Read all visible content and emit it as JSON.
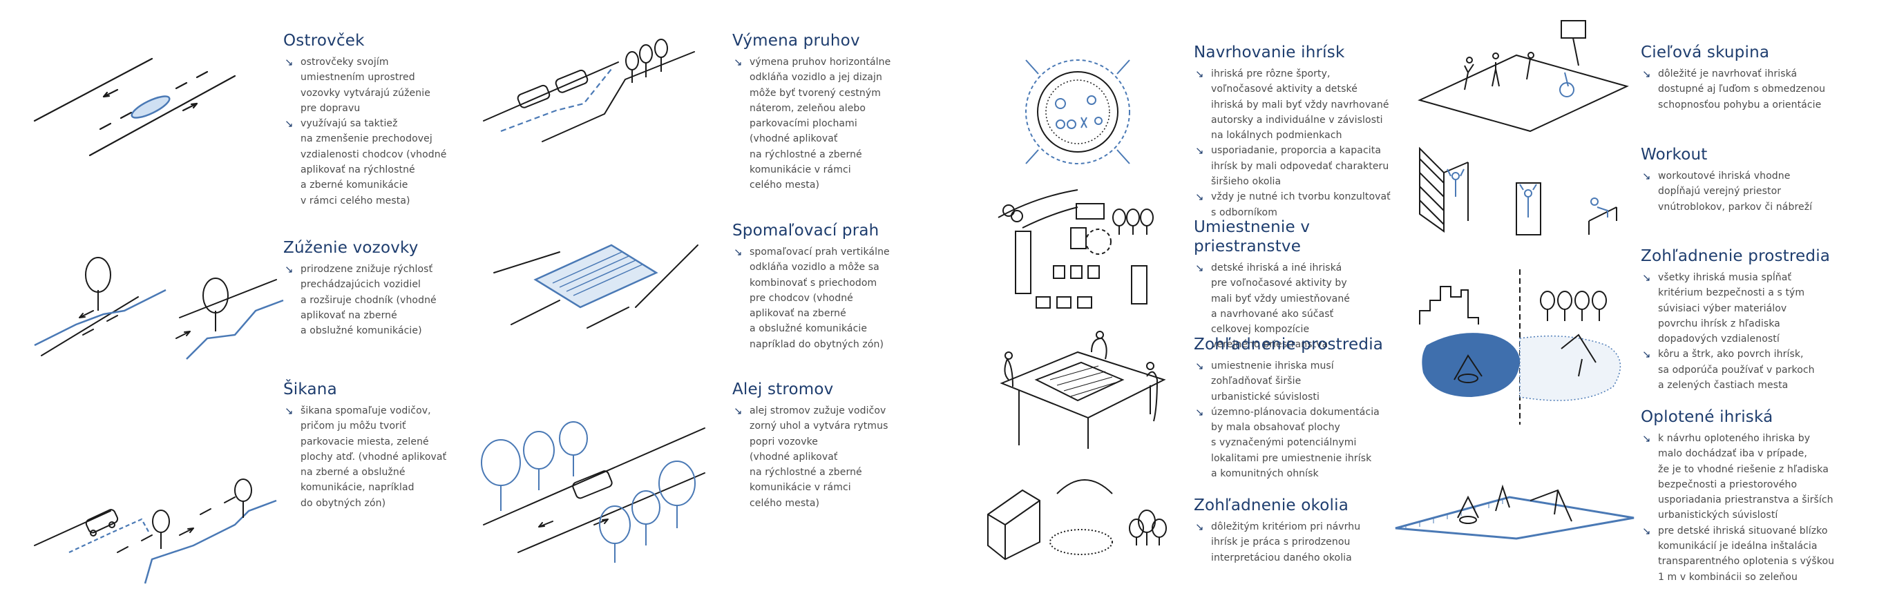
{
  "sections": [
    {
      "title": "Ostrovček",
      "items": [
        "ostrovčeky svojím\numiestnením uprostred\nvozovky vytvárajú zúženie\npre dopravu",
        "využívajú sa taktiež\nna zmenšenie prechodovej\nvzdialenosti chodcov (vhodné\naplikovať na rýchlostné\na zberné komunikácie\nv rámci celého mesta)"
      ]
    },
    {
      "title": "Zúženie vozovky",
      "items": [
        "prirodzene znižuje rýchlosť\nprechádzajúcich vozidiel\na rozširuje chodník (vhodné\naplikovať na zberné\na obslužné komunikácie)"
      ]
    },
    {
      "title": "Šikana",
      "items": [
        "šikana spomaľuje vodičov,\npričom ju môžu tvoriť\nparkovacie miesta, zelené\nplochy atď. (vhodné aplikovať\nna zberné a obslužné\nkomunikácie, napríklad\ndo obytných zón)"
      ]
    },
    {
      "title": "Výmena pruhov",
      "items": [
        "výmena pruhov horizontálne\nodkláňa vozidlo a jej dizajn\nmôže byť tvorený cestným\nnáterom, zeleňou alebo\nparkovacími plochami\n(vhodné aplikovať\nna rýchlostné a zberné\nkomunikácie v rámci\ncelého mesta)"
      ]
    },
    {
      "title": "Spomaľovací prah",
      "items": [
        "spomaľovací prah vertikálne\nodkláňa vozidlo a môže sa\nkombinovať s priechodom\npre chodcov (vhodné\naplikovať na zberné\na obslužné komunikácie\nnapríklad do obytných zón)"
      ]
    },
    {
      "title": "Alej stromov",
      "items": [
        "alej stromov zužuje vodičov\nzorný uhol a vytvára rytmus\npopri vozovke\n(vhodné aplikovať\nna rýchlostné a zberné\nkomunikácie v rámci\ncelého mesta)"
      ]
    },
    {
      "title": "Navrhovanie ihrísk",
      "items": [
        "ihriská pre rôzne športy,\nvoľnočasové aktivity a detské\nihriská by mali byť vždy navrhované\nautorsky a individuálne v závislosti\nna lokálnych podmienkach",
        "usporiadanie, proporcia a kapacita\nihrísk by mali odpovedať charakteru\nširšieho okolia",
        "vždy je nutné ich tvorbu konzultovať\ns odborníkom"
      ]
    },
    {
      "title": "Umiestnenie v priestranstve",
      "items": [
        "detské ihriská a iné ihriská\npre voľnočasové aktivity by\nmali byť vždy umiestňované\na navrhované ako súčasť\ncelkovej kompozície\nverejného priestranstva"
      ]
    },
    {
      "title": "Zohľadnenie prostredia",
      "items": [
        "umiestnenie ihriska musí\nzohľadňovať širšie\nurbanistické súvislosti",
        "územno-plánovacia dokumentácia\nby mala obsahovať plochy\ns vyznačenými potenciálnymi\nlokalitami pre umiestnenie ihrísk\na komunitných ohnísk"
      ]
    },
    {
      "title": "Zohľadnenie okolia",
      "items": [
        "dôležitým kritériom pri návrhu\nihrísk je práca s prirodzenou\ninterpretáciou daného okolia"
      ]
    },
    {
      "title": "Cieľová skupina",
      "items": [
        "dôležité je navrhovať ihriská\ndostupné aj ľuďom s obmedzenou\nschopnosťou pohybu a orientácie"
      ]
    },
    {
      "title": "Workout",
      "items": [
        "workoutové ihriská vhodne\ndopĺňajú verejný priestor\nvnútroblokov, parkov či nábreží"
      ]
    },
    {
      "title": "Zohľadnenie prostredia",
      "items": [
        "všetky ihriská musia spĺňať\nkritérium bezpečnosti a s tým\nsúvisiaci výber materiálov\npovrchu ihrísk z hľadiska\ndopadových vzdialeností",
        "kôru a štrk, ako povrch ihrísk,\nsa odporúča používať v parkoch\na zelených častiach mesta"
      ]
    },
    {
      "title": "Oplotené ihriská",
      "items": [
        "k návrhu oploteného ihriska by\nmalo dochádzať iba v prípade,\nže je to vhodné riešenie z hľadiska\nbezpečnosti a priestorového\nusporiadania priestranstva a širších\nurbanistických súvislostí",
        "pre detské ihriská situované blízko\nkomunikácií je ideálna inštalácia\ntransparentného oplotenia s výškou\n1 m v kombinácii so zeleňou"
      ]
    }
  ],
  "colors": {
    "heading": "#1e3d6e",
    "accent": "#4a79b5",
    "water": "#3f6fad",
    "text": "#4a4a4a",
    "line": "#1a1a1a"
  },
  "icons": [
    "arrow-bullet-icon",
    "traffic-island-illustration",
    "road-narrowing-illustration",
    "chicane-illustration",
    "lane-change-illustration",
    "speed-bump-illustration",
    "tree-alley-illustration",
    "playground-design-illustration",
    "site-plan-illustration",
    "community-table-illustration",
    "landscape-context-illustration",
    "target-group-illustration",
    "workout-illustration",
    "environment-illustration",
    "fenced-playground-illustration"
  ]
}
